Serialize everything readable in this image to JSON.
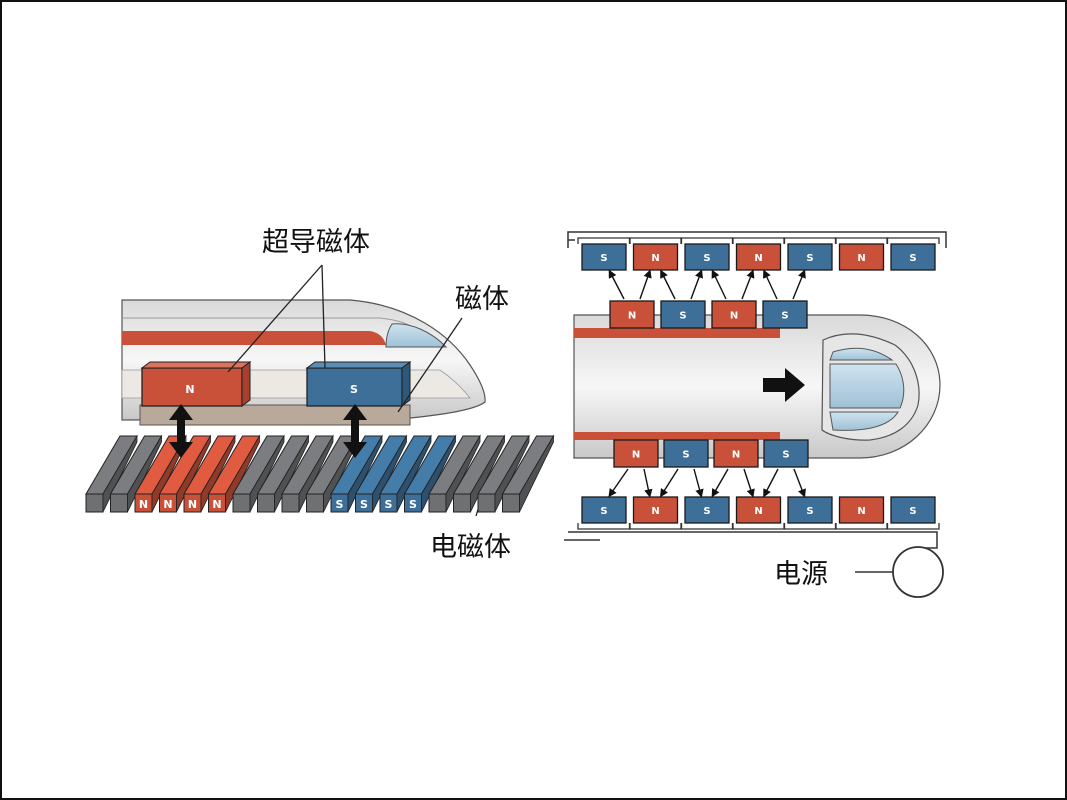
{
  "labels": {
    "superconducting_magnet": "超导磁体",
    "magnet": "磁体",
    "electromagnet": "电磁体",
    "power_source": "电源"
  },
  "poles": {
    "north": "N",
    "south": "S"
  },
  "left_diagram": {
    "track_sequence": [
      "gray",
      "gray",
      "red",
      "red",
      "red",
      "red",
      "gray",
      "gray",
      "gray",
      "gray",
      "blue",
      "blue",
      "blue",
      "blue",
      "gray",
      "gray",
      "gray",
      "gray"
    ],
    "train_magnets": [
      "N",
      "S"
    ]
  },
  "right_diagram": {
    "top_outer_row": [
      "S",
      "N",
      "S",
      "N",
      "S",
      "N",
      "S"
    ],
    "top_inner_row": [
      "N",
      "S",
      "N",
      "S"
    ],
    "bottom_inner_row": [
      "N",
      "S",
      "N",
      "S"
    ],
    "bottom_outer_row": [
      "S",
      "N",
      "S",
      "N",
      "S",
      "N",
      "S"
    ]
  },
  "colors": {
    "north": "#c9513a",
    "south": "#3d6f98",
    "neutral": "#6f7072",
    "train_stripe": "#c9513a"
  }
}
